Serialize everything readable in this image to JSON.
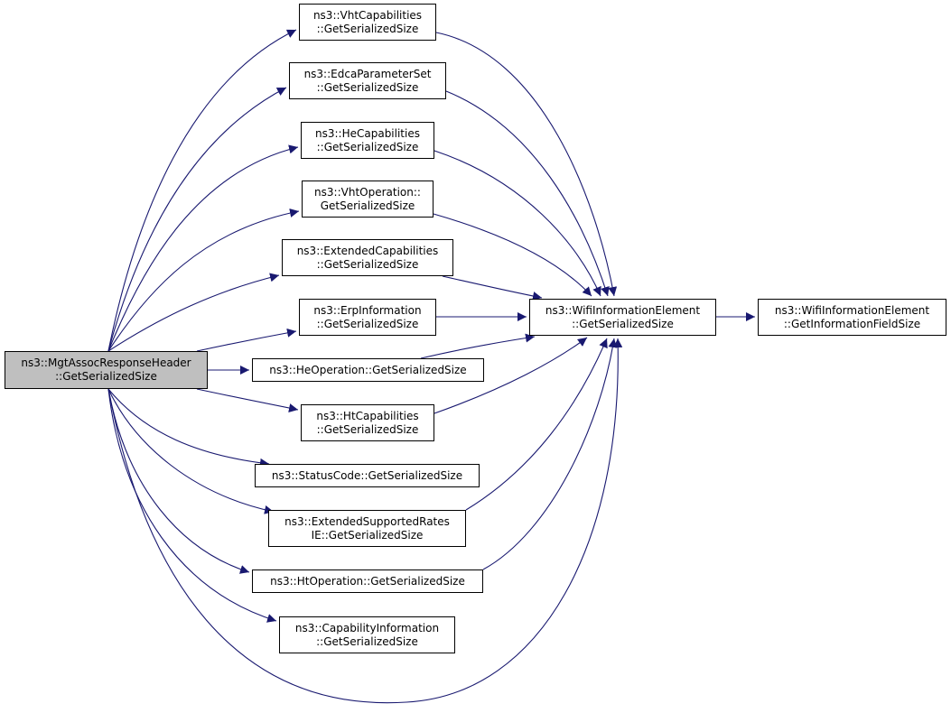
{
  "graph": {
    "edge_color": "#191970",
    "root_fill": "#bfbfbf",
    "node_fill": "#ffffff",
    "nodes": {
      "mgt": {
        "line1": "ns3::MgtAssocResponseHeader",
        "line2": "::GetSerializedSize"
      },
      "vhtcap": {
        "line1": "ns3::VhtCapabilities",
        "line2": "::GetSerializedSize"
      },
      "edca": {
        "line1": "ns3::EdcaParameterSet",
        "line2": "::GetSerializedSize"
      },
      "hecap": {
        "line1": "ns3::HeCapabilities",
        "line2": "::GetSerializedSize"
      },
      "vhtop": {
        "line1": "ns3::VhtOperation::",
        "line2": "GetSerializedSize"
      },
      "extcap": {
        "line1": "ns3::ExtendedCapabilities",
        "line2": "::GetSerializedSize"
      },
      "erp": {
        "line1": "ns3::ErpInformation",
        "line2": "::GetSerializedSize"
      },
      "heop": {
        "line1": "ns3::HeOperation::GetSerializedSize"
      },
      "htcap": {
        "line1": "ns3::HtCapabilities",
        "line2": "::GetSerializedSize"
      },
      "status": {
        "line1": "ns3::StatusCode::GetSerializedSize"
      },
      "extrates": {
        "line1": "ns3::ExtendedSupportedRates",
        "line2": "IE::GetSerializedSize"
      },
      "htop": {
        "line1": "ns3::HtOperation::GetSerializedSize"
      },
      "capinfo": {
        "line1": "ns3::CapabilityInformation",
        "line2": "::GetSerializedSize"
      },
      "wifi": {
        "line1": "ns3::WifiInformationElement",
        "line2": "::GetSerializedSize"
      },
      "wifiinfo": {
        "line1": "ns3::WifiInformationElement",
        "line2": "::GetInformationFieldSize"
      }
    },
    "edges": [
      {
        "from": "mgt",
        "to": "vhtcap"
      },
      {
        "from": "mgt",
        "to": "edca"
      },
      {
        "from": "mgt",
        "to": "hecap"
      },
      {
        "from": "mgt",
        "to": "vhtop"
      },
      {
        "from": "mgt",
        "to": "extcap"
      },
      {
        "from": "mgt",
        "to": "erp"
      },
      {
        "from": "mgt",
        "to": "heop"
      },
      {
        "from": "mgt",
        "to": "htcap"
      },
      {
        "from": "mgt",
        "to": "status"
      },
      {
        "from": "mgt",
        "to": "extrates"
      },
      {
        "from": "mgt",
        "to": "htop"
      },
      {
        "from": "mgt",
        "to": "capinfo"
      },
      {
        "from": "mgt",
        "to": "wifi"
      },
      {
        "from": "vhtcap",
        "to": "wifi"
      },
      {
        "from": "edca",
        "to": "wifi"
      },
      {
        "from": "hecap",
        "to": "wifi"
      },
      {
        "from": "vhtop",
        "to": "wifi"
      },
      {
        "from": "extcap",
        "to": "wifi"
      },
      {
        "from": "erp",
        "to": "wifi"
      },
      {
        "from": "heop",
        "to": "wifi"
      },
      {
        "from": "htcap",
        "to": "wifi"
      },
      {
        "from": "extrates",
        "to": "wifi"
      },
      {
        "from": "htop",
        "to": "wifi"
      },
      {
        "from": "wifi",
        "to": "wifiinfo"
      }
    ]
  }
}
